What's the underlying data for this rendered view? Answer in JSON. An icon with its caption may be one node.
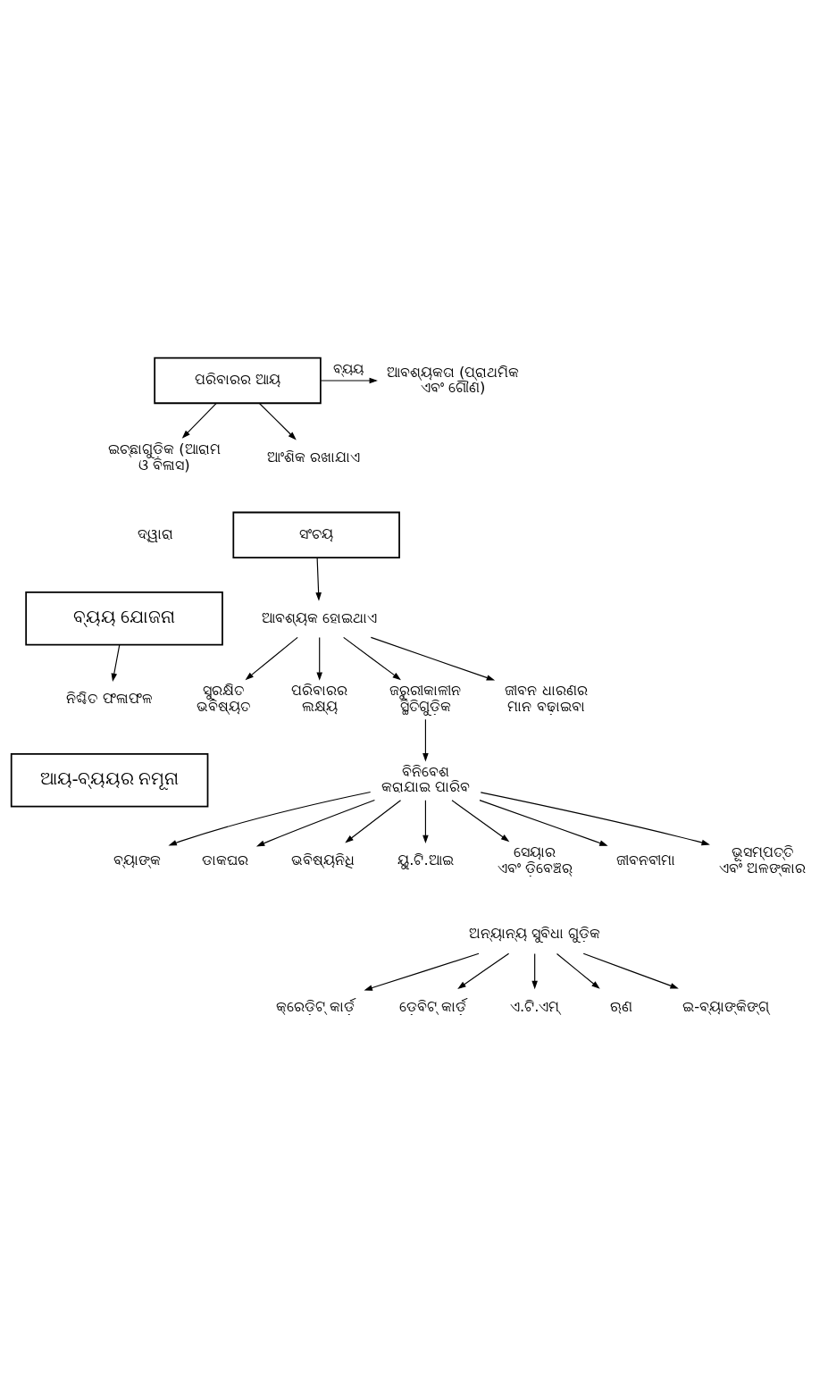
{
  "diagram": {
    "nodes": [
      {
        "text": [
          "ପରିବାରର ଆୟ"
        ]
      },
      {
        "text": [
          "ଆବଶ୍ୟକତା (ପ୍ରାଥମିକ ଏବଂ ଗୌଣ)"
        ]
      },
      {
        "text": [
          "ଇଚ୍ଛାଗୁଡ଼ିକ (ଆରାମ ଓ ବିଳାସ)"
        ]
      },
      {
        "text": [
          "ଆଂଶିକ ରଖାଯାଏ"
        ]
      },
      {
        "text": [
          "ସଂଚୟ"
        ]
      },
      {
        "text": [
          "ବ୍ୟୟ ଯୋଜନା"
        ]
      },
      {
        "text": [
          "ନିଶ୍ଚିତ ଫଳାଫଳ"
        ]
      },
      {
        "text": [
          "ଆୟ-ବ୍ୟୟର ନମୂନା"
        ]
      },
      {
        "text": [
          "ଆବଶ୍ୟକ ହୋଇଥାଏ"
        ]
      },
      {
        "text": [
          "ସୁରକ୍ଷିତ ଭବିଷ୍ୟତ"
        ]
      },
      {
        "text": [
          "ପରିବାରର ଲକ୍ଷ୍ୟ"
        ]
      },
      {
        "text": [
          "ଜରୁରୀକାଳୀନ ସ୍ଥିତିଗୁଡ଼ିକ"
        ]
      },
      {
        "text": [
          "ଜୀବନ ଧାରଣର ମାନ ବଢ଼ାଇବା"
        ]
      },
      {
        "text": [
          "ବିନିବେଶ କରାଯାଇ ପାରିବ"
        ]
      },
      {
        "text": [
          "ବ୍ୟାଙ୍କ"
        ]
      },
      {
        "text": [
          "ଡାକଘର"
        ]
      },
      {
        "text": [
          "ଭବିଷ୍ୟନିଧି"
        ]
      },
      {
        "text": [
          "ୟୁ.ଟି.ଆଇ"
        ]
      },
      {
        "text": [
          "ସେୟାର ଏବଂ ଡ଼ିବେଞ୍ଚର୍"
        ]
      },
      {
        "text": [
          "ଜୀବନବୀମା"
        ]
      },
      {
        "text": [
          "ଭୂସମ୍ପତ୍ତି ଏବଂ ଅଳଙ୍କାର"
        ]
      },
      {
        "text": [
          "ଅନ୍ୟାନ୍ୟ ସୁବିଧା ଗୁଡ଼ିକ"
        ]
      },
      {
        "text": [
          "କ୍ରେଡ଼ିଟ୍ କାର୍ଡ଼"
        ]
      },
      {
        "text": [
          "ଡ଼େବିଟ୍ କାର୍ଡ଼"
        ]
      },
      {
        "text": [
          "ଏ.ଟି.ଏମ୍"
        ]
      },
      {
        "text": [
          "ଋଣ"
        ]
      },
      {
        "text": [
          "ଇ-ବ୍ୟାଙ୍କିଙ୍ଗ୍"
        ]
      }
    ],
    "edges": [
      {
        "from": 0,
        "to": 1,
        "arrow": "to",
        "label": "ବ୍ୟୟ"
      },
      {
        "from": 0,
        "to": 2,
        "arrow": "to"
      },
      {
        "from": 0,
        "to": 3,
        "arrow": "to"
      },
      {
        "from": 4,
        "to": 8,
        "arrow": "to"
      },
      {
        "from": 5,
        "to": 6,
        "arrow": "to"
      },
      {
        "from": 8,
        "to": 9,
        "arrow": "to"
      },
      {
        "from": 8,
        "to": 10,
        "arrow": "to"
      },
      {
        "from": 8,
        "to": 11,
        "arrow": "to"
      },
      {
        "from": 8,
        "to": 12,
        "arrow": "to"
      },
      {
        "from": 11,
        "to": 13,
        "arrow": "to"
      },
      {
        "from": 13,
        "to": 14,
        "arrow": "to"
      },
      {
        "from": 13,
        "to": 15,
        "arrow": "to"
      },
      {
        "from": 13,
        "to": 16,
        "arrow": "to"
      },
      {
        "from": 13,
        "to": 17,
        "arrow": "to"
      },
      {
        "from": 13,
        "to": 18,
        "arrow": "to"
      },
      {
        "from": 13,
        "to": 19,
        "arrow": "to"
      },
      {
        "from": 13,
        "to": 20,
        "arrow": "to"
      },
      {
        "from": 21,
        "to": 22,
        "arrow": "to"
      },
      {
        "from": 21,
        "to": 23,
        "arrow": "to"
      },
      {
        "from": 21,
        "to": 24,
        "arrow": "to"
      },
      {
        "from": 21,
        "to": 25,
        "arrow": "to"
      },
      {
        "from": 21,
        "to": 26,
        "arrow": "to"
      }
    ],
    "labels": [
      "ଦ୍ୱାରା"
    ]
  }
}
